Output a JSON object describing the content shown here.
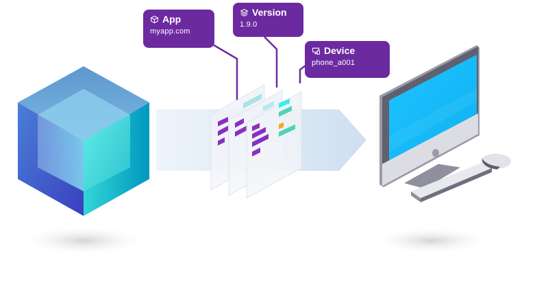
{
  "diagram": {
    "description": "Data flow from a cube (service) through layered metadata documents to a desktop computer",
    "source": {
      "name": "cube",
      "colors": {
        "left": "#3f4fc4",
        "right": "#0aa9c0",
        "top": "#6ea9d8"
      }
    },
    "target": {
      "name": "desktop-computer",
      "screen_color": "#19bdfb"
    },
    "flow_arrow_color": "#d5e3f2",
    "callouts": [
      {
        "id": "app",
        "icon": "box-icon",
        "title": "App",
        "value": "myapp.com"
      },
      {
        "id": "version",
        "icon": "layers-icon",
        "title": "Version",
        "value": "1.9.0"
      },
      {
        "id": "device",
        "icon": "devices-icon",
        "title": "Device",
        "value": "phone_a001"
      }
    ],
    "accent_color": "#6c2aa0",
    "document_bar_colors": {
      "purple": "#8a2fc0",
      "teal": "#4fd3b8",
      "cyan": "#3fe9f3",
      "orange": "#f5a623"
    }
  }
}
